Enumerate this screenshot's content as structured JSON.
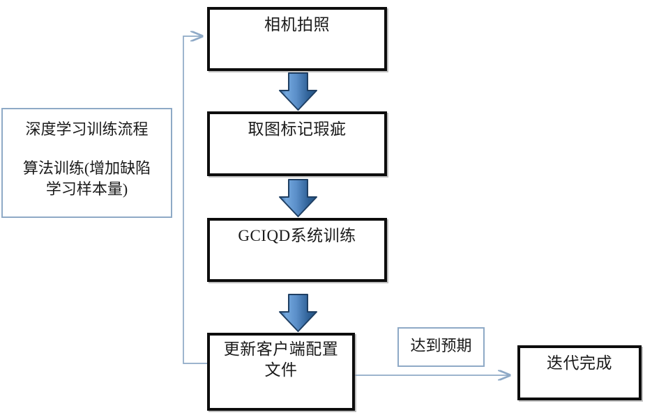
{
  "diagram": {
    "title_note": {
      "line1": "深度学习训练流程",
      "line2": "算法训练(增加缺陷",
      "line3": "学习样本量)"
    },
    "nodes": [
      {
        "id": "capture",
        "label": "相机拍照"
      },
      {
        "id": "mark",
        "label": "取图标记瑕疵"
      },
      {
        "id": "train",
        "label": "GCIQD系统训练"
      },
      {
        "id": "update_l1",
        "label": "更新客户端配置"
      },
      {
        "id": "update_l2",
        "label": "文件"
      },
      {
        "id": "done",
        "label": "迭代完成"
      }
    ],
    "edge_label": "达到预期",
    "colors": {
      "box_border": "#0d0d0d",
      "note_border": "#8ea9c6",
      "connector_line": "#8ea9c6",
      "arrow_fill_light": "#6fa2d8",
      "arrow_fill_dark": "#2a5d96",
      "arrow_outline": "#1f3f63",
      "text": "#1a1a1a",
      "background": "#ffffff"
    },
    "icons": {
      "down_arrow": "block-down-arrow-icon",
      "feedback": "feedback-loop-arrow-icon",
      "forward": "forward-arrow-icon"
    }
  }
}
